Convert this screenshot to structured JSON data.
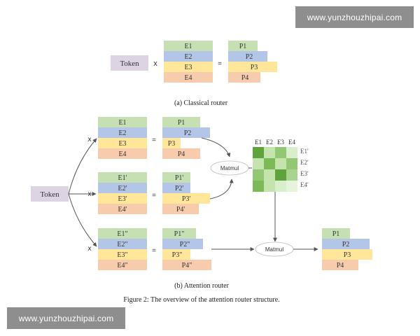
{
  "watermark": {
    "text": "www.yunzhouzhipai.com"
  },
  "colors": {
    "green": "#c6e0b4",
    "blue": "#b4c6e7",
    "yellow": "#ffe699",
    "orange": "#f8cbad",
    "token": "#ddd3e3",
    "line": "#555555"
  },
  "classical": {
    "token": "Token",
    "times": "x",
    "equals": "=",
    "experts": [
      "E1",
      "E2",
      "E3",
      "E4"
    ],
    "outputs": [
      "P1",
      "P2",
      "P3",
      "P4"
    ],
    "caption": "(a) Classical router"
  },
  "attention": {
    "token": "Token",
    "times": "x",
    "equals": "=",
    "groups": [
      {
        "experts": [
          "E1",
          "E2",
          "E3",
          "E4"
        ],
        "outputs": [
          "P1",
          "P2",
          "P3",
          "P4"
        ]
      },
      {
        "experts": [
          "E1'",
          "E2'",
          "E3'",
          "E4'"
        ],
        "outputs": [
          "P1'",
          "P2'",
          "P3'",
          "P4'"
        ]
      },
      {
        "experts": [
          "E1\"",
          "E2\"",
          "E3\"",
          "E4\""
        ],
        "outputs": [
          "P1\"",
          "P2\"",
          "P3\"",
          "P4\""
        ]
      }
    ],
    "matmul_top": "Matmul",
    "matmul_bottom": "Matmul",
    "matrix": {
      "col_labels": [
        "E1",
        "E2",
        "E3",
        "E4"
      ],
      "row_labels": [
        "E1'",
        "E2'",
        "E3'",
        "E4'"
      ],
      "cells": [
        [
          "#5ea33c",
          "#c4e3ad",
          "#92c873",
          "#d9eecb"
        ],
        [
          "#c4e3ad",
          "#7cba58",
          "#c4e3ad",
          "#92c873"
        ],
        [
          "#92c873",
          "#c4e3ad",
          "#5ea33c",
          "#a9d48f"
        ],
        [
          "#7cba58",
          "#c4e3ad",
          "#d9eecb",
          "#e6f4dc"
        ]
      ]
    },
    "final_outputs": [
      "P1",
      "P2",
      "P3",
      "P4"
    ],
    "caption": "(b) Attention router"
  },
  "figure_caption": "Figure 2: The overview of the attention router structure."
}
